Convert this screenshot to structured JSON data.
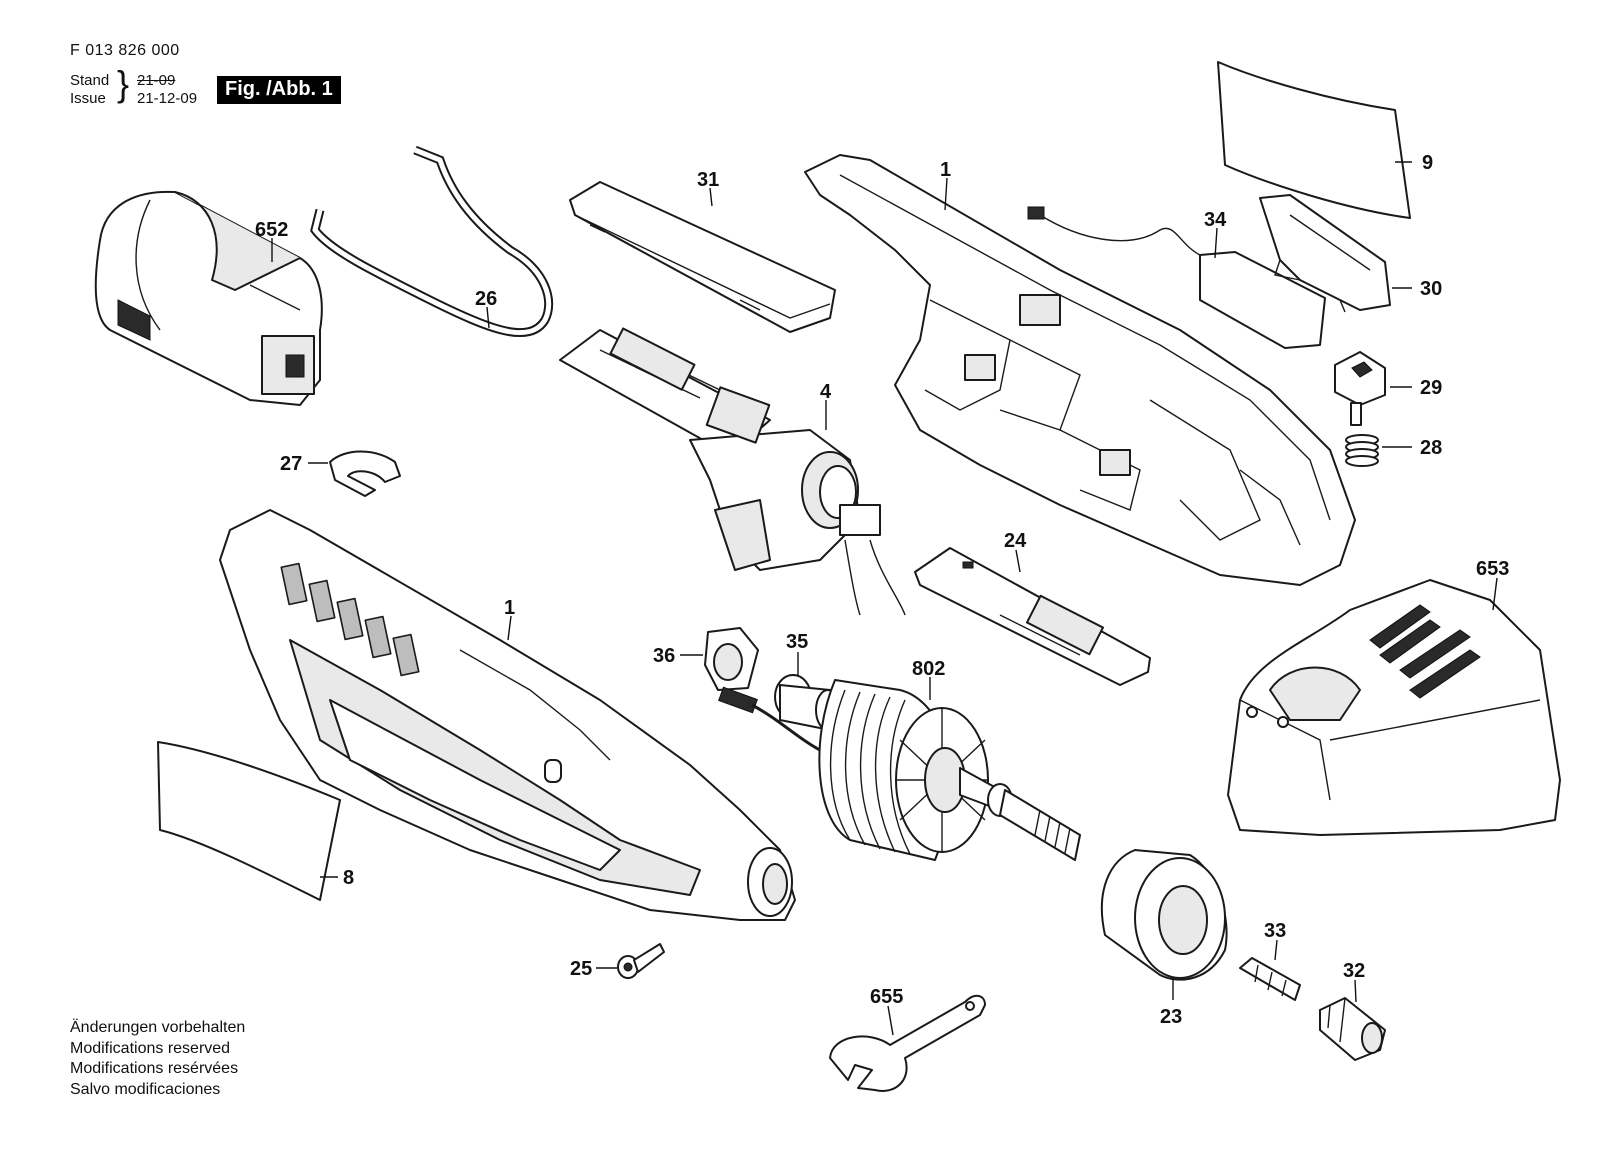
{
  "header": {
    "doc_number": "F 013 826 000",
    "stand_label": "Stand",
    "issue_label": "Issue",
    "brace": "}",
    "stand_value": "21-09",
    "issue_value": "21-12-09",
    "figure_badge": "Fig. /Abb. 1"
  },
  "callouts": {
    "c1_top": "1",
    "c9": "9",
    "c31": "31",
    "c34": "34",
    "c30": "30",
    "c652": "652",
    "c26": "26",
    "c29": "29",
    "c4": "4",
    "c28": "28",
    "c27": "27",
    "c24": "24",
    "c1_bottom": "1",
    "c653": "653",
    "c36": "36",
    "c35": "35",
    "c802": "802",
    "c8": "8",
    "c33": "33",
    "c25": "25",
    "c32": "32",
    "c655": "655",
    "c23": "23"
  },
  "footer": {
    "line_de": "Änderungen vorbehalten",
    "line_en": "Modifications reserved",
    "line_fr": "Modifications resérvées",
    "line_es": "Salvo modificaciones"
  }
}
